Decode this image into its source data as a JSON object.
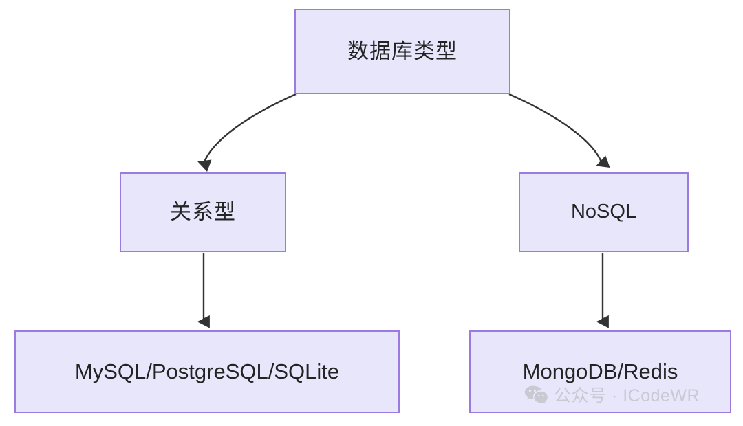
{
  "diagram": {
    "title": "数据库类型",
    "type": "tree-flowchart",
    "nodes": [
      {
        "id": "root",
        "label": "数据库类型"
      },
      {
        "id": "relational",
        "label": "关系型"
      },
      {
        "id": "nosql",
        "label": "NoSQL"
      },
      {
        "id": "sql_engines",
        "label": "MySQL/PostgreSQL/SQLite"
      },
      {
        "id": "nosql_engines",
        "label": "MongoDB/Redis"
      }
    ],
    "edges": [
      {
        "from": "root",
        "to": "relational",
        "style": "curved-arrow"
      },
      {
        "from": "root",
        "to": "nosql",
        "style": "curved-arrow"
      },
      {
        "from": "relational",
        "to": "sql_engines",
        "style": "straight-arrow"
      },
      {
        "from": "nosql",
        "to": "nosql_engines",
        "style": "straight-arrow"
      }
    ]
  },
  "watermark": {
    "icon": "wechat-icon",
    "text": "公众号 · ICodeWR"
  },
  "colors": {
    "node_fill": "#e8e6fb",
    "node_border": "#9b7bdf",
    "node_text": "#232323",
    "edge": "#333333",
    "background": "#ffffff",
    "watermark_text": "#c9c9d4"
  }
}
